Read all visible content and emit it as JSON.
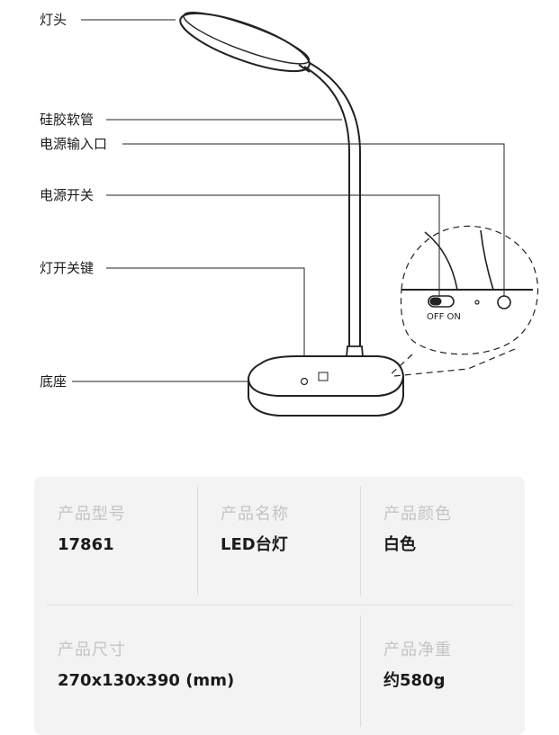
{
  "diagram": {
    "labels": {
      "lamp_head": "灯头",
      "silicone_tube": "硅胶软管",
      "power_input": "电源输入口",
      "power_switch": "电源开关",
      "light_switch_key": "灯开关键",
      "base": "底座"
    },
    "switch_text": "OFF ON"
  },
  "specs": {
    "model": {
      "label": "产品型号",
      "value": "17861"
    },
    "name": {
      "label": "产品名称",
      "value": "LED台灯"
    },
    "color": {
      "label": "产品颜色",
      "value": "白色"
    },
    "size": {
      "label": "产品尺寸",
      "value": "270x130x390 (mm)"
    },
    "weight": {
      "label": "产品净重",
      "value": "约580g"
    }
  }
}
